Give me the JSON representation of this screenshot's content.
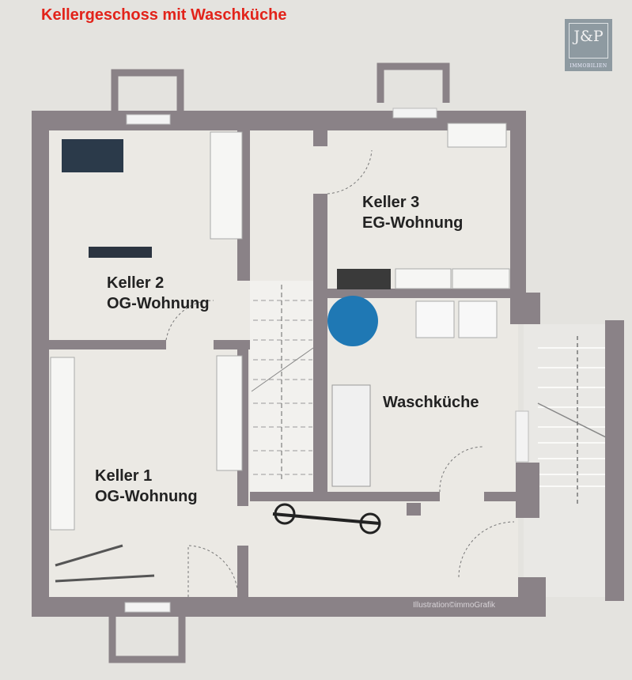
{
  "title": "Kellergeschoss mit Waschküche",
  "logo": {
    "main": "J&P",
    "sub": "IMMOBILIEN"
  },
  "rooms": [
    {
      "line1": "Keller 2",
      "line2": "OG-Wohnung"
    },
    {
      "line1": "Keller 3",
      "line2": "EG-Wohnung"
    },
    {
      "line1": "Waschküche"
    },
    {
      "line1": "Keller 1",
      "line2": "OG-Wohnung"
    }
  ],
  "credit": "Illustration©immoGrafik",
  "colors": {
    "title": "#e2231a",
    "wall": "#8a8287",
    "floor": "#ebe9e4",
    "logo_bg": "#8e9aa1"
  }
}
